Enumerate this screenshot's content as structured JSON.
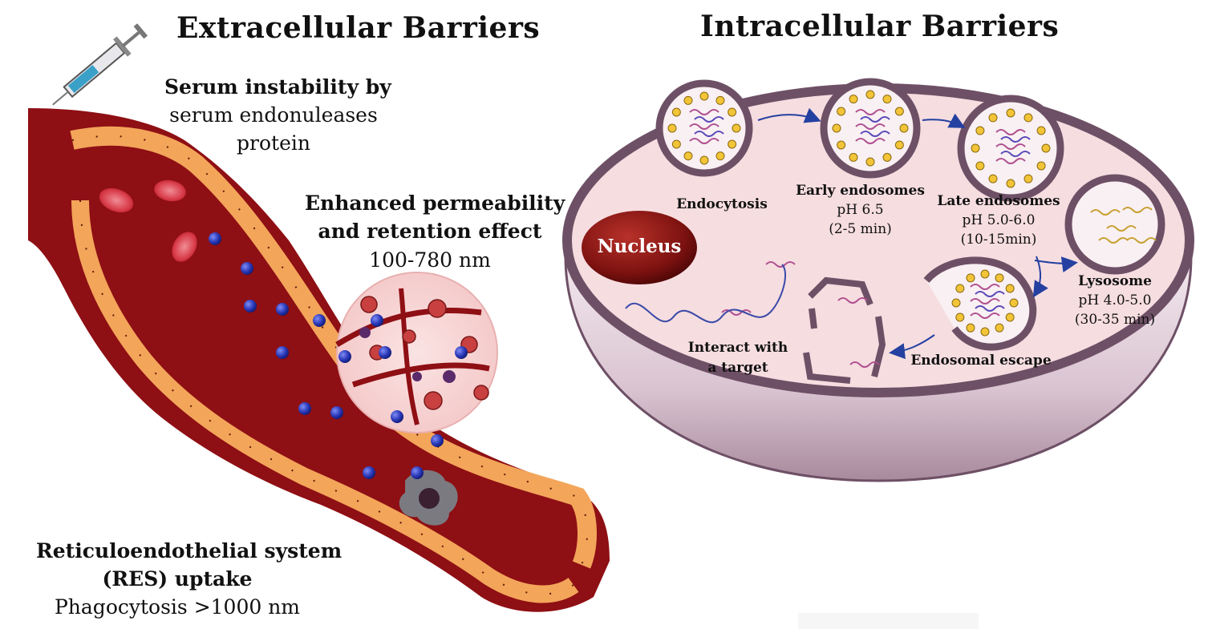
{
  "titles": {
    "extracellular": "Extracellular Barriers",
    "intracellular": "Intracellular Barriers"
  },
  "extracellular": {
    "serum": {
      "heading": "Serum instability by",
      "line1": "serum endonuleases",
      "line2": "protein"
    },
    "epr": {
      "line1": "Enhanced permeability",
      "line2": "and retention effect",
      "size": "100-780 nm"
    },
    "res": {
      "line1": "Reticuloendothelial system",
      "line2": "(RES) uptake",
      "size": "Phagocytosis >1000 nm"
    }
  },
  "intracellular": {
    "nucleus": "Nucleus",
    "endocytosis": "Endocytosis",
    "early": {
      "name": "Early endosomes",
      "ph": "pH 6.5",
      "time": "(2-5 min)"
    },
    "late": {
      "name": "Late endosomes",
      "ph": "pH 5.0-6.0",
      "time": "(10-15min)"
    },
    "lysosome": {
      "name": "Lysosome",
      "ph": "pH 4.0-5.0",
      "time": "(30-35 min)"
    },
    "escape": "Endosomal escape",
    "target": {
      "line1": "Interact with",
      "line2": "a target"
    }
  },
  "colors": {
    "blood": "#8e0f14",
    "wall": "#f3a55a",
    "cell_fill": "#f7dcdc",
    "cell_rim": "#7a5470",
    "nanoparticle": "#2a38b8",
    "nucleus": "#7d1210"
  }
}
